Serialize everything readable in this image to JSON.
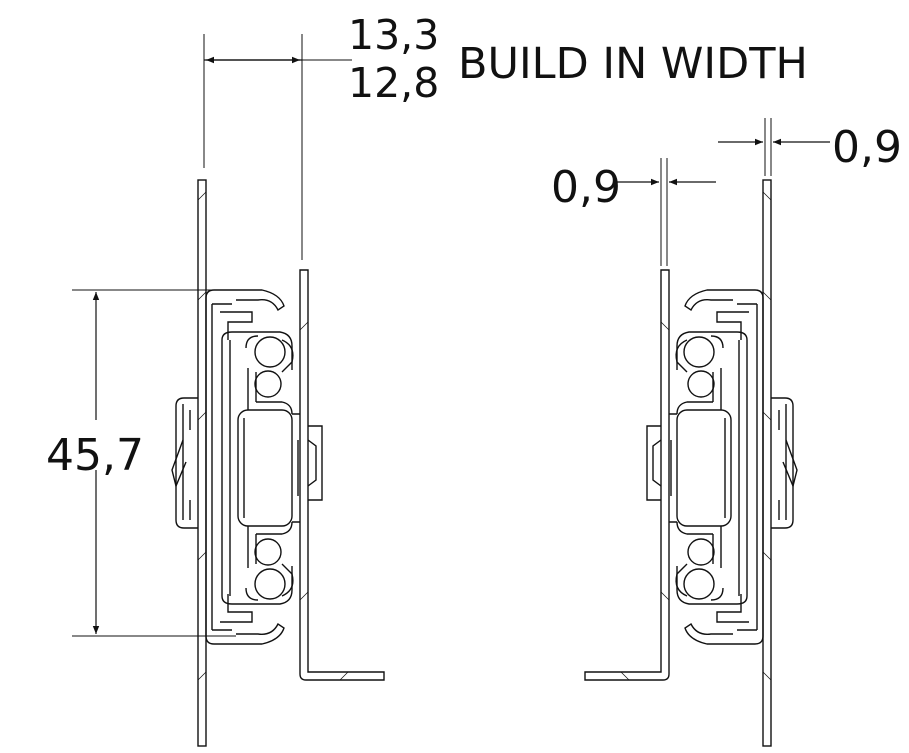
{
  "labels": {
    "width_max": "13,3",
    "width_min": "12,8",
    "build_in_width": "BUILD IN WIDTH",
    "height": "45,7",
    "clearance_left": "0,9",
    "clearance_right": "0,9"
  },
  "colors": {
    "line": "#111111",
    "background": "#ffffff"
  }
}
